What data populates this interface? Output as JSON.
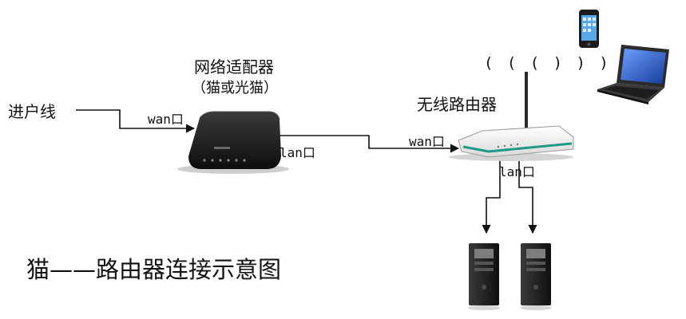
{
  "labels": {
    "incoming_line": "进户线",
    "modem_title": "网络适配器",
    "modem_subtitle": "（猫或光猫）",
    "router_title": "无线路由器",
    "modem_wan": "wan口",
    "modem_lan": "lan口",
    "router_wan": "wan口",
    "router_lan": "lan口",
    "diagram_title": "猫——路由器连接示意图",
    "wifi_signal": "( ( ( ) ) )"
  },
  "colors": {
    "line": "#111111",
    "modem_body": "#1b1b1b",
    "router_body": "#f2f2f2",
    "router_stripe": "#1e9a86",
    "laptop_body": "#2b2b2b",
    "laptop_screen": "#1f4fb8",
    "phone_screen": "#5aa7e8",
    "pc_body": "#1c1c1c",
    "pc_panel": "#7d7d7d"
  },
  "devices": {
    "modem": "modem-icon",
    "router": "wireless-router-icon",
    "phone": "smartphone-icon",
    "laptop": "laptop-icon",
    "pc_left": "desktop-tower-icon",
    "pc_right": "desktop-tower-icon"
  }
}
